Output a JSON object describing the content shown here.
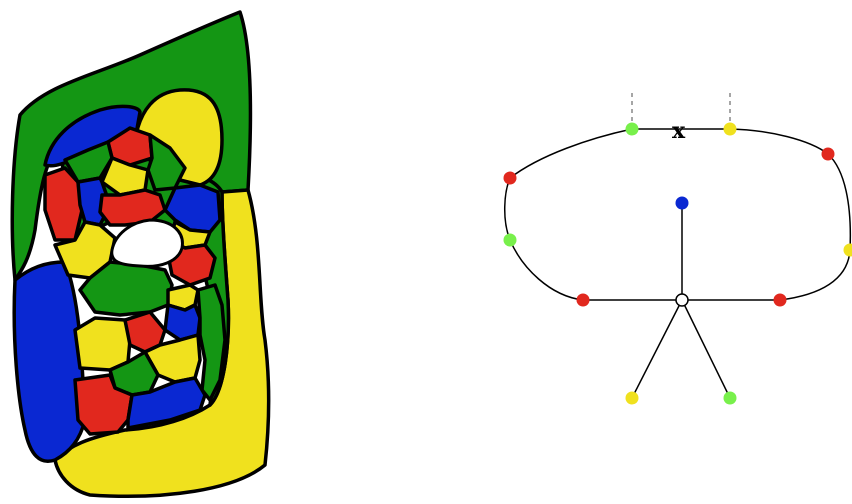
{
  "colors": {
    "green": "#149614",
    "blue": "#0a28d2",
    "yellow": "#f0e11e",
    "red": "#e1281e",
    "light_green": "#78f04b",
    "outline": "#000000",
    "hole": "#ffffff",
    "hollow_vertex": "#ffffff"
  },
  "graph": {
    "edge_label": "x",
    "cycle_vertices": [
      "green",
      "yellow",
      "red",
      "yellow",
      "red",
      "red",
      "green",
      "red"
    ],
    "center_vertex": "hollow",
    "spoke_vertices": [
      "blue",
      "yellow",
      "green"
    ]
  }
}
